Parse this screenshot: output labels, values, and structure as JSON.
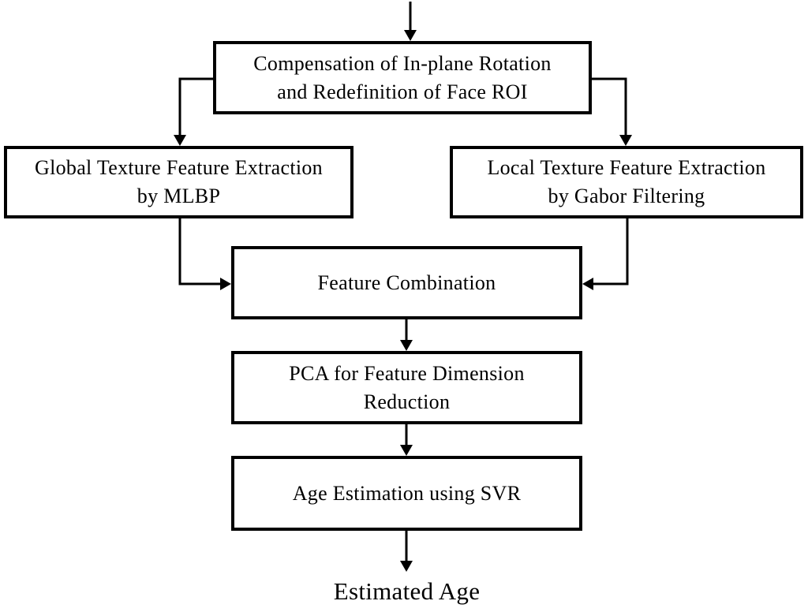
{
  "diagram": {
    "type": "flowchart",
    "background_color": "#ffffff",
    "line_color": "#000000",
    "text_color": "#000000",
    "nodes": [
      {
        "id": "compensation",
        "lines": [
          "Compensation of In-plane Rotation",
          "and Redefinition of Face ROI"
        ]
      },
      {
        "id": "global-texture",
        "lines": [
          "Global Texture Feature Extraction",
          "by MLBP"
        ]
      },
      {
        "id": "local-texture",
        "lines": [
          "Local Texture Feature Extraction",
          "by Gabor Filtering"
        ]
      },
      {
        "id": "feature-combination",
        "lines": [
          "Feature Combination"
        ]
      },
      {
        "id": "pca-reduction",
        "lines": [
          "PCA for Feature Dimension",
          "Reduction"
        ]
      },
      {
        "id": "age-estimation-svr",
        "lines": [
          "Age Estimation using SVR"
        ]
      }
    ],
    "output_label": "Estimated Age",
    "edges": [
      {
        "from": "input",
        "to": "compensation"
      },
      {
        "from": "compensation",
        "to": "global-texture"
      },
      {
        "from": "compensation",
        "to": "local-texture"
      },
      {
        "from": "global-texture",
        "to": "feature-combination"
      },
      {
        "from": "local-texture",
        "to": "feature-combination"
      },
      {
        "from": "feature-combination",
        "to": "pca-reduction"
      },
      {
        "from": "pca-reduction",
        "to": "age-estimation-svr"
      },
      {
        "from": "age-estimation-svr",
        "to": "output"
      }
    ]
  }
}
